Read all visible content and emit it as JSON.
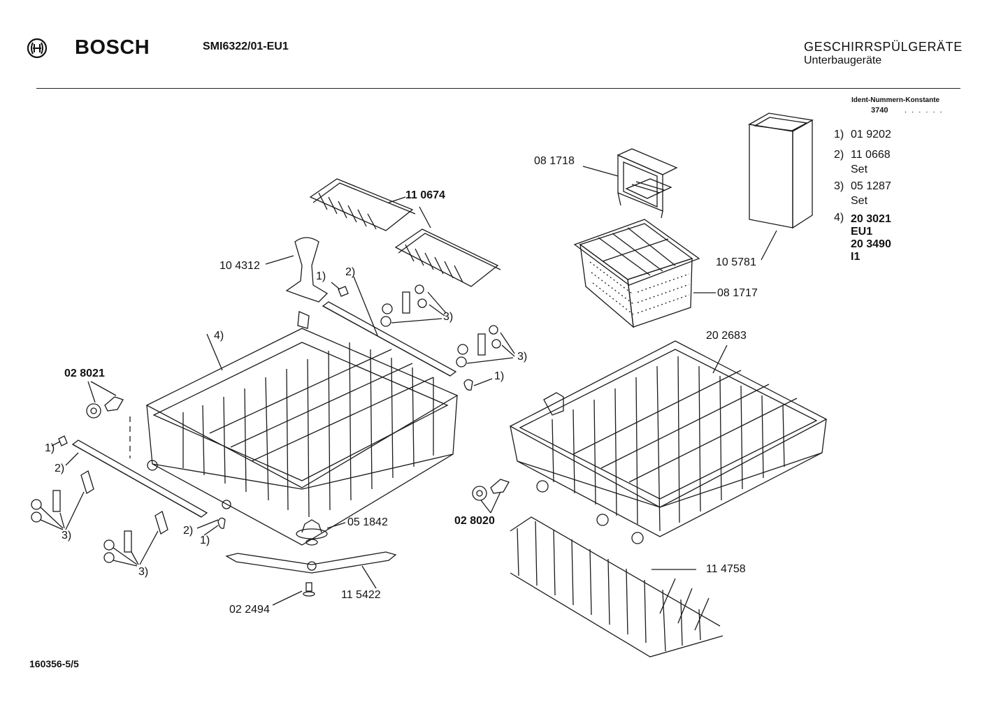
{
  "header": {
    "brand": "BOSCH",
    "model": "SMI6322/01-EU1",
    "title": "GESCHIRRSPÜLGERÄTE",
    "subtitle": "Unterbaugeräte"
  },
  "ident": {
    "title": "Ident-Nummern-Konstante",
    "number": "3740",
    "dots": ". . . . . ."
  },
  "legend": [
    {
      "key": "1)",
      "lines": [
        "01 9202"
      ]
    },
    {
      "key": "2)",
      "lines": [
        "11 0668",
        "Set"
      ]
    },
    {
      "key": "3)",
      "lines": [
        "05 1287",
        "Set"
      ]
    },
    {
      "key": "4)",
      "lines": [
        "20 3021",
        "EU1",
        "20 3490",
        "I1"
      ]
    }
  ],
  "parts": {
    "p081718": "08 1718",
    "p110674": "11 0674",
    "p104312": "10 4312",
    "p105781": "10 5781",
    "p081717": "08 1717",
    "p202683": "20 2683",
    "p028021": "02 8021",
    "p028020": "02 8020",
    "p051842": "05 1842",
    "p114758": "11 4758",
    "p115422": "11 5422",
    "p022494": "02 2494",
    "ref1": "1)",
    "ref2": "2)",
    "ref3": "3)",
    "ref4": "4)"
  },
  "footer": {
    "doc_id": "160356-5/5"
  }
}
